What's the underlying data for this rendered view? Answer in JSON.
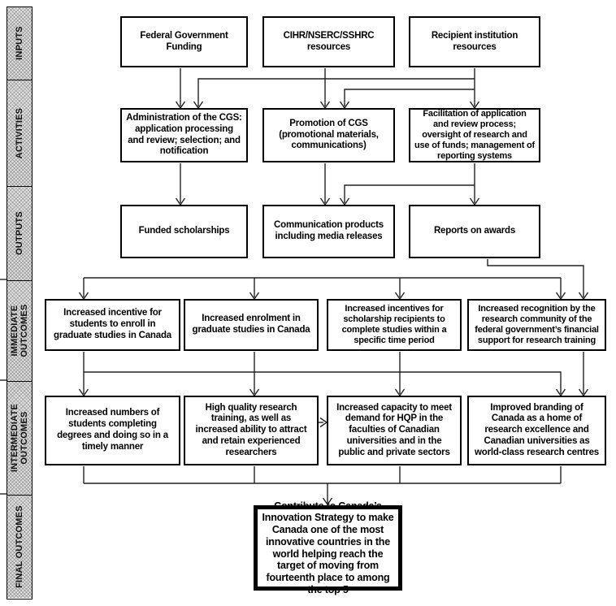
{
  "colors": {
    "line": "#222222",
    "box_border": "#000000",
    "sidebar_fill": "#e2e2e2",
    "text": "#000000",
    "background": "#ffffff"
  },
  "stages": [
    {
      "label": "INPUTS",
      "boxes": [
        "Federal Government Funding",
        "CIHR/NSERC/SSHRC resources",
        "Recipient institution resources"
      ]
    },
    {
      "label": "ACTIVITIES",
      "boxes": [
        "Administration of the CGS: application processing and review; selection; and notification",
        "Promotion of CGS (promotional materials, communications)",
        "Facilitation of application and review process; oversight of research and use of funds; management of reporting systems"
      ]
    },
    {
      "label": "OUTPUTS",
      "boxes": [
        "Funded scholarships",
        "Communication products including media releases",
        "Reports on awards"
      ]
    },
    {
      "label": "IMMEDIATE OUTCOMES",
      "boxes": [
        "Increased incentive for students to enroll in graduate studies in Canada",
        "Increased enrolment in graduate studies in Canada",
        "Increased incentives for scholarship recipients to complete studies within a specific time period",
        "Increased recognition by the research community of the federal government’s financial support for research training"
      ]
    },
    {
      "label": "INTERMEDIATE OUTCOMES",
      "boxes": [
        "Increased numbers of students completing degrees and doing so in a timely manner",
        "High quality research training, as well as increased ability to attract and retain experienced researchers",
        "Increased capacity to meet demand for HQP in the faculties of Canadian universities and in the public and private sectors",
        "Improved branding of Canada as a home of research excellence and Canadian universities as world-class research centres"
      ]
    },
    {
      "label": "FINAL OUTCOMES",
      "boxes": [
        "Contribute to Canada’s Innovation Strategy to make Canada one of the most innovative countries in the world helping reach the target of moving from fourteenth place to among the top 5"
      ]
    }
  ]
}
